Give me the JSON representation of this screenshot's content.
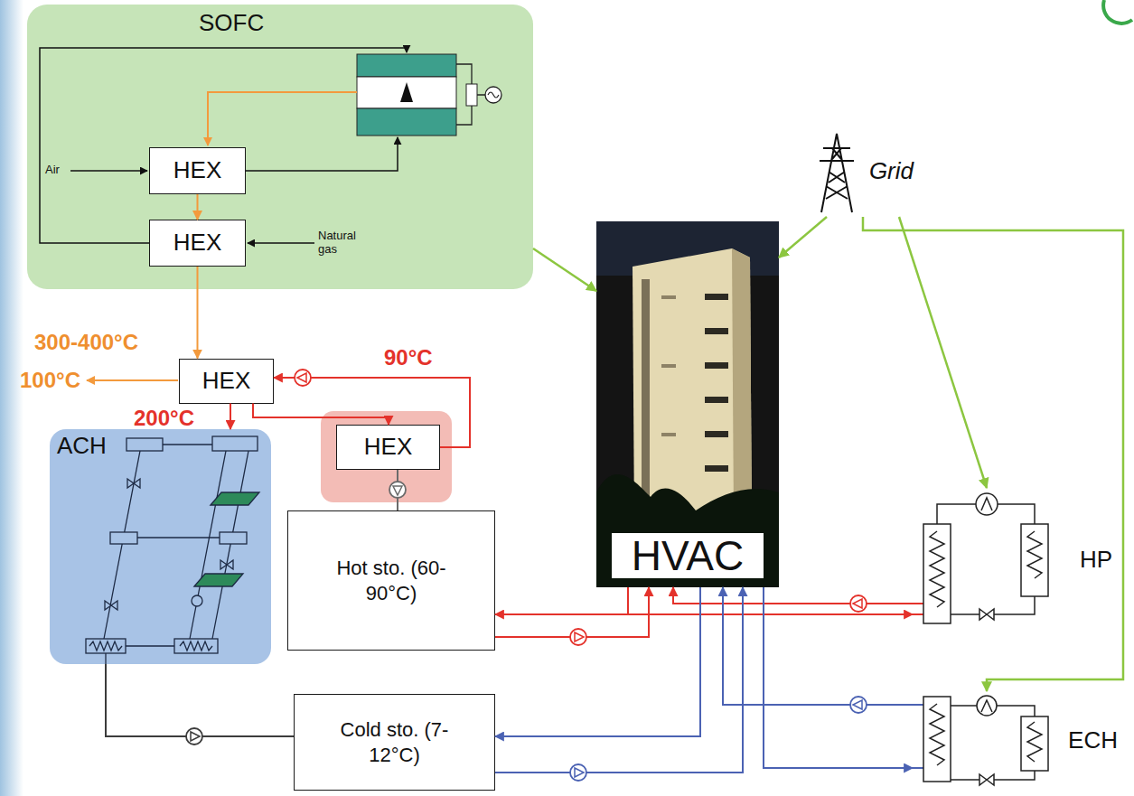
{
  "diagram": {
    "nodes": [
      {
        "text": [
          "SOFC"
        ]
      },
      {
        "text": [
          "HEX"
        ],
        "in": 0
      },
      {
        "text": [
          "HEX"
        ],
        "in": 0
      },
      {
        "text": [
          "Grid"
        ]
      },
      {
        "text": [
          "HVAC"
        ]
      },
      {
        "text": [
          "HEX"
        ]
      },
      {
        "text": [
          "ACH"
        ]
      },
      {
        "text": [
          "HEX"
        ]
      },
      {
        "text": [
          "Hot sto. (60-90°C)"
        ]
      },
      {
        "text": [
          "HP"
        ]
      },
      {
        "text": [
          "Cold sto. (7-12°C)"
        ]
      },
      {
        "text": [
          "ECH"
        ]
      }
    ],
    "edges": [
      {
        "from": 1,
        "to": 2,
        "arrow": "to"
      },
      {
        "from": 0,
        "to": 4,
        "arrow": "to"
      },
      {
        "from": 3,
        "to": 4,
        "arrow": "to"
      },
      {
        "from": 2,
        "to": 5,
        "label": "300-400°C",
        "arrow": "to"
      },
      {
        "from": 7,
        "to": 5,
        "label": "90°C",
        "arrow": "to"
      },
      {
        "from": 5,
        "to": 6,
        "label": "200°C",
        "arrow": "to"
      },
      {
        "from": 5,
        "to": 7,
        "arrow": "to"
      },
      {
        "from": 7,
        "to": 8,
        "arrow": "none"
      },
      {
        "from": 4,
        "to": 8,
        "arrow": "to"
      },
      {
        "from": 8,
        "to": 4,
        "arrow": "to"
      },
      {
        "from": 9,
        "to": 4,
        "arrow": "to"
      },
      {
        "from": 4,
        "to": 9,
        "arrow": "to"
      },
      {
        "from": 3,
        "to": 9,
        "arrow": "to"
      },
      {
        "from": 3,
        "to": 11,
        "arrow": "to"
      },
      {
        "from": 6,
        "to": 10,
        "arrow": "none"
      },
      {
        "from": 4,
        "to": 10,
        "arrow": "to"
      },
      {
        "from": 10,
        "to": 4,
        "arrow": "to"
      },
      {
        "from": 11,
        "to": 4,
        "arrow": "to"
      },
      {
        "from": 4,
        "to": 11,
        "arrow": "to"
      }
    ],
    "labels": [
      "Air",
      "Natural gas",
      "100°C"
    ]
  }
}
